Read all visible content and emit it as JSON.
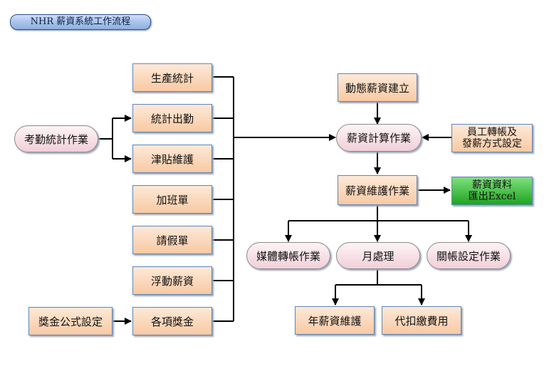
{
  "title": "NHR 薪資系統工作流程",
  "nodes": {
    "attendance_stats": "考勤統計作業",
    "production_stats": "生產統計",
    "stats_attendance": "統計出勤",
    "allowance_maint": "津貼維護",
    "overtime_form": "加班單",
    "leave_form": "請假單",
    "floating_salary": "浮動薪資",
    "bonuses": "各項獎金",
    "bonus_formula": "獎金公式設定",
    "dynamic_salary": "動態薪資建立",
    "salary_calc": "薪資計算作業",
    "transfer_setup_line1": "員工轉帳及",
    "transfer_setup_line2": "發薪方式設定",
    "salary_maint": "薪資維護作業",
    "export_line1": "薪資資料",
    "export_line2": "匯出Excel",
    "media_transfer": "媒體轉帳作業",
    "monthly": "月處理",
    "closing_setup": "關帳設定作業",
    "annual_maint": "年薪資維護",
    "withholding": "代扣繳費用"
  }
}
